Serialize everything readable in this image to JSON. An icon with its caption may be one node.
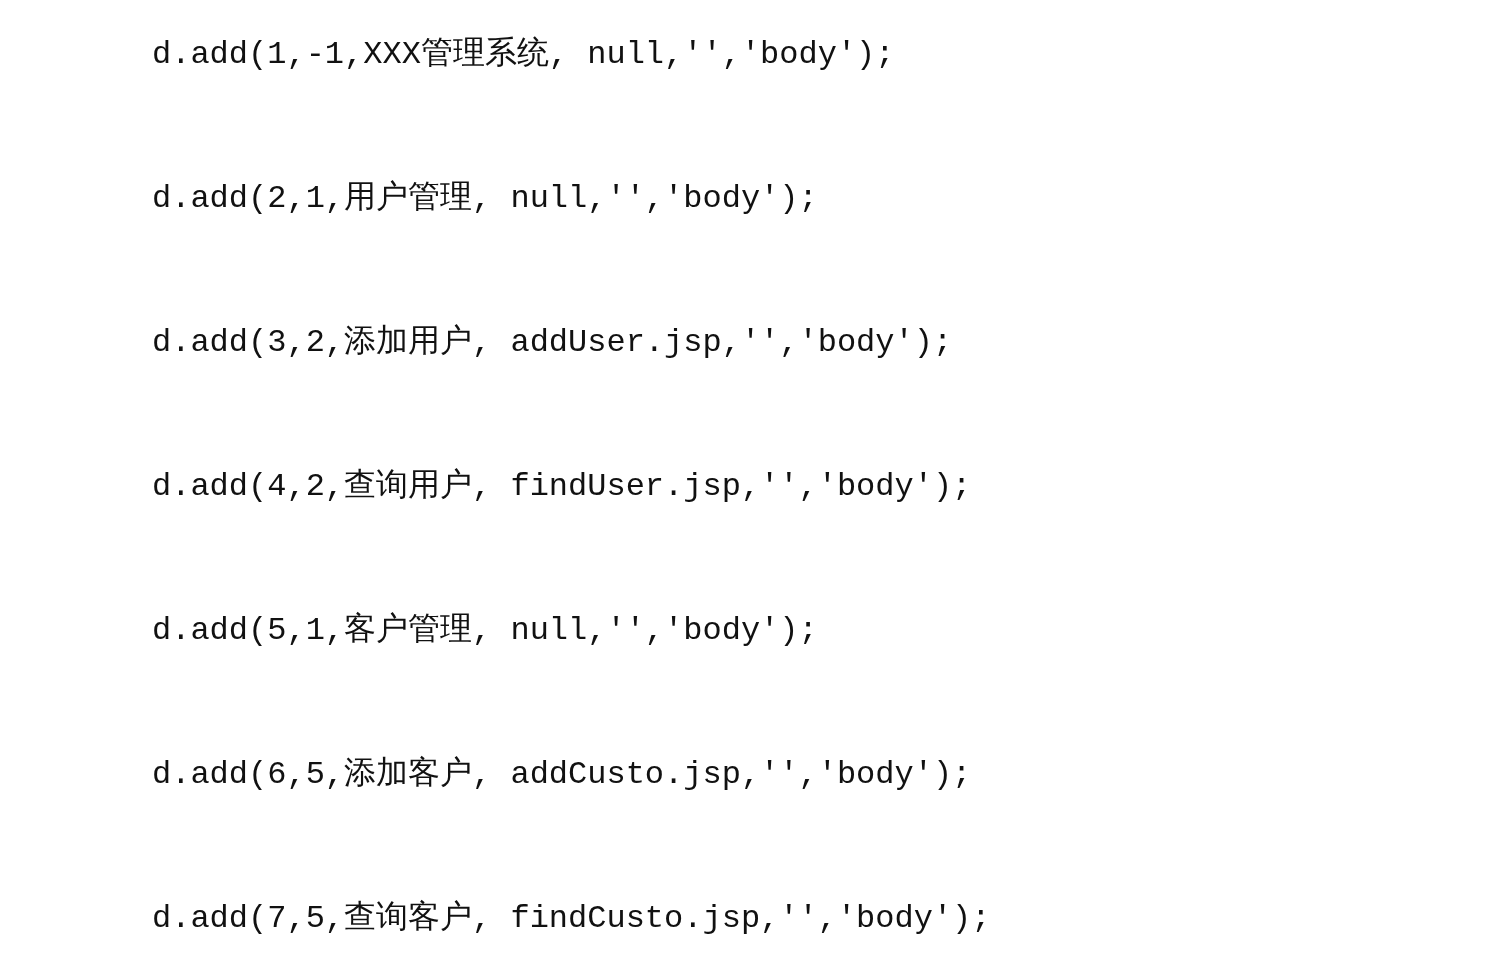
{
  "diagram": {
    "labels": [
      "d.add(1,-1,XXX管理系统, null,'','body');",
      "d.add(2,1,用户管理, null,'','body');",
      "d.add(3,2,添加用户, addUser.jsp,'','body');",
      "d.add(4,2,查询用户, findUser.jsp,'','body');",
      "d.add(5,1,客户管理, null,'','body');",
      "d.add(6,5,添加客户, addCusto.jsp,'','body');",
      "d.add(7,5,查询客户, findCusto.jsp,'','body');"
    ]
  }
}
